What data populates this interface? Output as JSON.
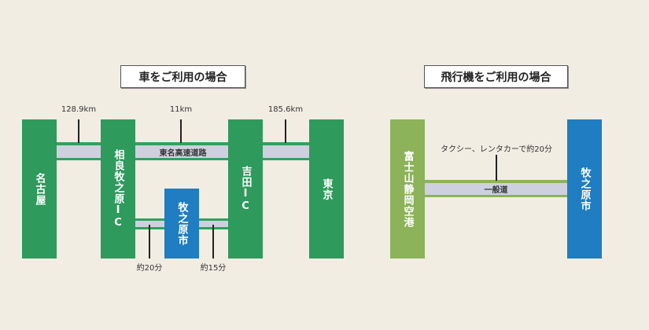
{
  "car": {
    "title": "車をご利用の場合",
    "nodes": {
      "nagoya": "名古屋",
      "sagara": "相良牧之原IC",
      "yoshida": "吉田IC",
      "tokyo": "東京",
      "makinohara": "牧之原市"
    },
    "road": "東名高速道路",
    "distances": [
      "128.9km",
      "11km",
      "185.6km"
    ],
    "times": [
      "約20分",
      "約15分"
    ]
  },
  "plane": {
    "title": "飛行機をご利用の場合",
    "nodes": {
      "airport": "富士山静岡空港",
      "makinohara": "牧之原市"
    },
    "road": "一般道",
    "note": "タクシー、レンタカーで約20分"
  }
}
